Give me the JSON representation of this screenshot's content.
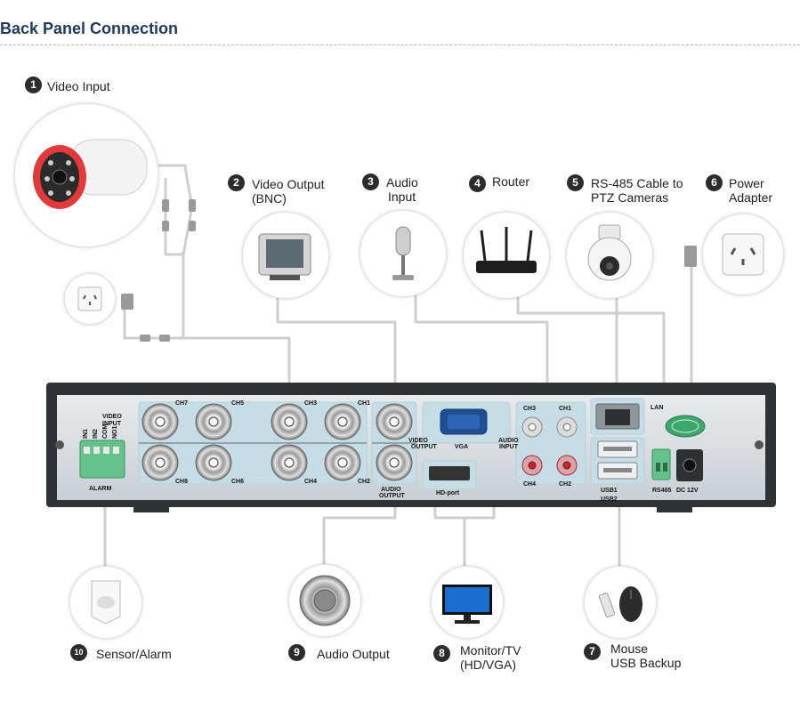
{
  "title": "Back Panel Connection",
  "items": [
    {
      "num": "1",
      "label": "Video Input"
    },
    {
      "num": "2",
      "label_l1": "Video Output",
      "label_l2": "(BNC)"
    },
    {
      "num": "3",
      "label_l1": "Audio",
      "label_l2": "Input"
    },
    {
      "num": "4",
      "label": "Router"
    },
    {
      "num": "5",
      "label_l1": "RS-485 Cable to",
      "label_l2": "PTZ Cameras"
    },
    {
      "num": "6",
      "label_l1": "Power",
      "label_l2": "Adapter"
    },
    {
      "num": "7",
      "label_l1": "Mouse",
      "label_l2": "USB Backup"
    },
    {
      "num": "8",
      "label_l1": "Monitor/TV",
      "label_l2": "(HD/VGA)"
    },
    {
      "num": "9",
      "label": "Audio Output"
    },
    {
      "num": "10",
      "label": "Sensor/Alarm"
    }
  ],
  "panel": {
    "video_input": "VIDEO INPUT",
    "ch_top": [
      "CH7",
      "CH5",
      "CH3",
      "CH1"
    ],
    "ch_bottom": [
      "CH8",
      "CH6",
      "CH4",
      "CH2"
    ],
    "video_output": "VIDEO OUTPUT",
    "vga": "VGA",
    "audio_input": "AUDIO INPUT",
    "audio_ch_top": [
      "CH3",
      "CH1"
    ],
    "audio_ch_bottom": [
      "CH4",
      "CH2"
    ],
    "audio_output": "AUDIO OUTPUT",
    "hd_port": "HD-port",
    "alarm": "ALARM",
    "alarm_pins": [
      "IN1",
      "IN2",
      "COM",
      "NO1"
    ],
    "lan": "LAN",
    "usb1": "USB1",
    "usb2": "USB2",
    "rs485": "RS485",
    "dc": "DC 12V"
  }
}
